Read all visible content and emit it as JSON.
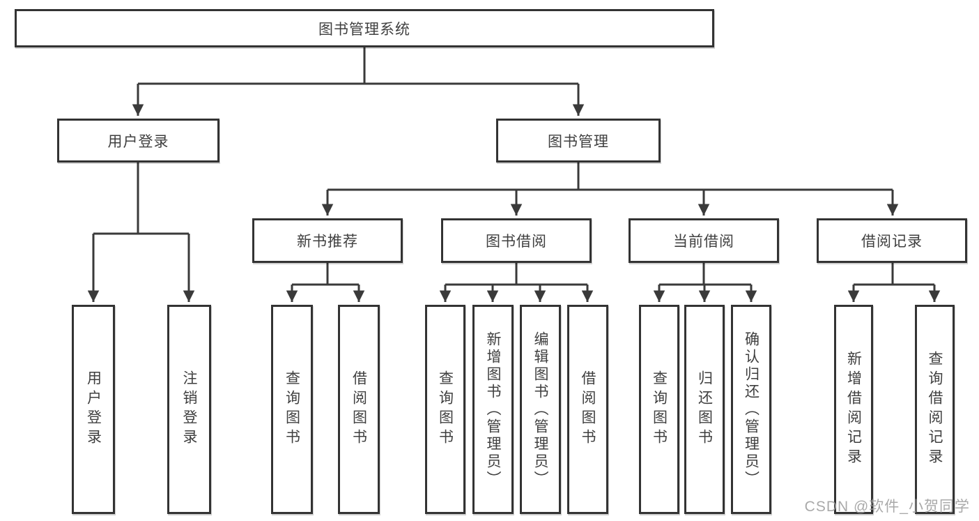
{
  "tree": {
    "root": "图书管理系统",
    "level2": {
      "user_login": "用户登录",
      "book_mgmt": "图书管理"
    },
    "level3": {
      "new_book_rec": "新书推荐",
      "book_borrow": "图书借阅",
      "current_borrow": "当前借阅",
      "borrow_record": "借阅记录"
    },
    "level4": {
      "login": "用户登录",
      "logout": "注销登录",
      "rec_query_book": "查询图书",
      "rec_borrow_book": "借阅图书",
      "borrow_query_book": "查询图书",
      "borrow_add_book": "新增图书（管理员）",
      "borrow_edit_book": "编辑图书（管理员）",
      "borrow_borrow_book": "借阅图书",
      "current_query_book": "查询图书",
      "current_return_book": "归还图书",
      "current_confirm_return": "确认归还（管理员）",
      "record_add": "新增借阅记录",
      "record_query": "查询借阅记录"
    }
  },
  "watermark": "CSDN @软件_小贺同学",
  "colors": {
    "line": "#3a3a3a",
    "border": "#333333",
    "text": "#3f3f3f",
    "background": "#ffffff",
    "watermark": "#9b9b9b"
  }
}
